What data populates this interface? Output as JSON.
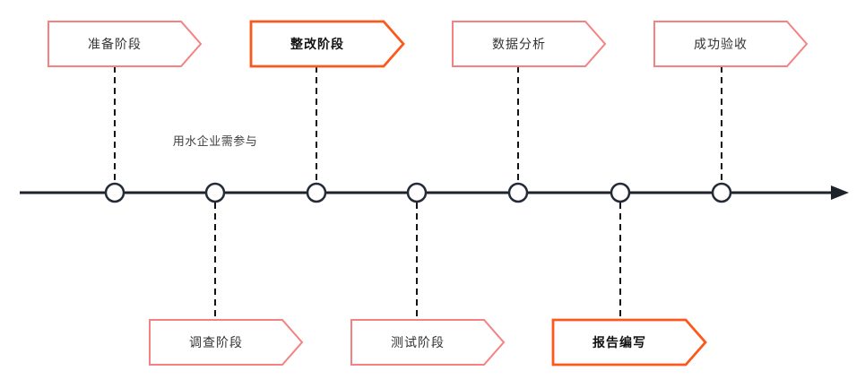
{
  "colors": {
    "phase_default_border": "#f58282",
    "phase_emphasis_border": "#fd581c",
    "axis": "#1d222b",
    "node_border": "#242b38",
    "connector": "#141414",
    "text": "#333333",
    "emphasis_text": "#111111",
    "note_text": "#3f3f3f"
  },
  "timeline": {
    "direction": "left-to-right",
    "note": "用水企业需参与",
    "node_count": 7,
    "phases": [
      {
        "label": "准备阶段",
        "side": "top",
        "emphasis": false
      },
      {
        "label": "调查阶段",
        "side": "bottom",
        "emphasis": false
      },
      {
        "label": "整改阶段",
        "side": "top",
        "emphasis": true
      },
      {
        "label": "测试阶段",
        "side": "bottom",
        "emphasis": false
      },
      {
        "label": "数据分析",
        "side": "top",
        "emphasis": false
      },
      {
        "label": "报告编写",
        "side": "bottom",
        "emphasis": true
      },
      {
        "label": "成功验收",
        "side": "top",
        "emphasis": false
      }
    ]
  }
}
